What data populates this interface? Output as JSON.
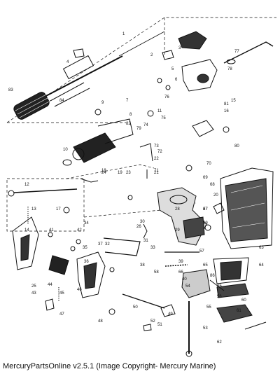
{
  "caption": "MercuryPartsOnline v2.5.1 (Image Copyright- Mercury Marine)",
  "callouts": [
    "1",
    "2",
    "3",
    "4",
    "5",
    "6",
    "7",
    "8",
    "9",
    "10",
    "11",
    "12",
    "13",
    "14",
    "15",
    "16",
    "17",
    "18",
    "19",
    "20",
    "21",
    "22",
    "23",
    "24",
    "25",
    "26",
    "27",
    "28",
    "29",
    "30",
    "31",
    "32",
    "33",
    "34",
    "35",
    "36",
    "37",
    "38",
    "39",
    "40",
    "41",
    "42",
    "43",
    "44",
    "45",
    "46",
    "47",
    "48",
    "49",
    "50",
    "51",
    "52",
    "53",
    "54",
    "55",
    "56",
    "57",
    "58",
    "59",
    "60",
    "61",
    "62",
    "63",
    "64",
    "65",
    "66",
    "67",
    "68",
    "69",
    "70",
    "71",
    "72",
    "73",
    "74",
    "75",
    "76",
    "77",
    "78",
    "79",
    "80",
    "81",
    "82",
    "83",
    "84",
    "85",
    "86"
  ]
}
